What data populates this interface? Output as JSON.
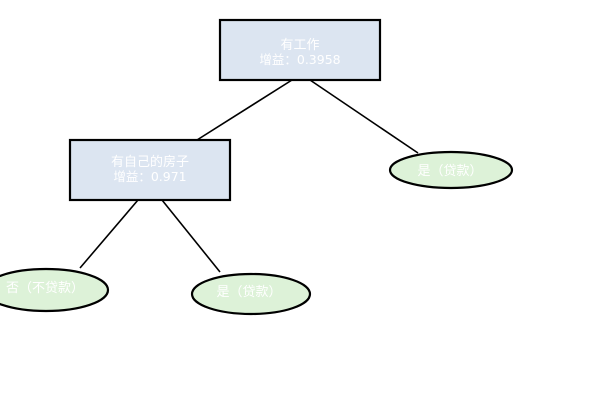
{
  "diagram": {
    "type": "decision-tree",
    "colors": {
      "background": "#ffffff",
      "decision_fill": "#dce5f1",
      "leaf_fill": "#ddf2d8",
      "node_border": "#000000",
      "edge": "#000000",
      "node_text": "#ffffff"
    },
    "nodes": [
      {
        "id": "root",
        "type": "decision",
        "shape": "rectangle",
        "label": "有工作",
        "gain": "增益：0.3958"
      },
      {
        "id": "has-own-house",
        "type": "decision",
        "shape": "rectangle",
        "label": "有自己的房子",
        "gain": "增益：0.971"
      },
      {
        "id": "leaf-yes-loan-right",
        "type": "leaf",
        "shape": "ellipse",
        "label": "是（贷款）"
      },
      {
        "id": "leaf-no-loan",
        "type": "leaf",
        "shape": "ellipse",
        "label": "否（不贷款）"
      },
      {
        "id": "leaf-yes-loan-bottom",
        "type": "leaf",
        "shape": "ellipse",
        "label": "是（贷款）"
      }
    ],
    "edges": [
      {
        "from": "root",
        "to": "has-own-house"
      },
      {
        "from": "root",
        "to": "leaf-yes-loan-right"
      },
      {
        "from": "has-own-house",
        "to": "leaf-no-loan"
      },
      {
        "from": "has-own-house",
        "to": "leaf-yes-loan-bottom"
      }
    ]
  }
}
